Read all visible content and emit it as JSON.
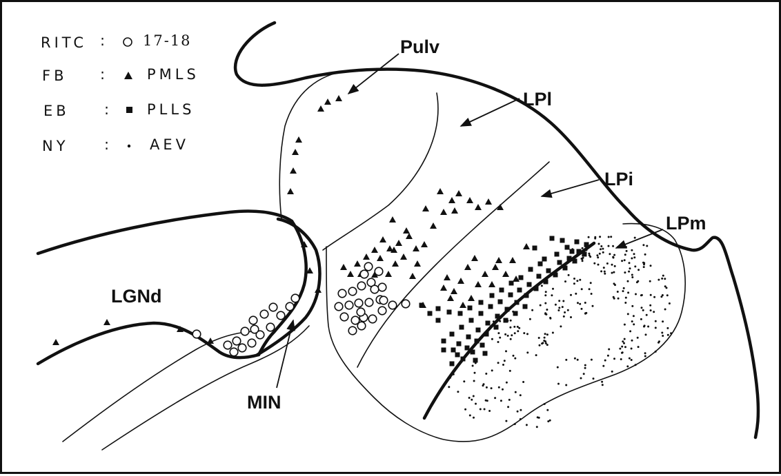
{
  "legend": {
    "rows": [
      {
        "tracer": "RITC",
        "sep": ":",
        "marker": "circle",
        "area": "17-18"
      },
      {
        "tracer": "FB",
        "sep": ":",
        "marker": "triangle",
        "area": "PMLS"
      },
      {
        "tracer": "EB",
        "sep": ":",
        "marker": "square",
        "area": "PLLS"
      },
      {
        "tracer": "NY",
        "sep": ":",
        "marker": "dot",
        "area": "AEV"
      }
    ]
  },
  "labels": {
    "pulv": "Pulv",
    "lpl": "LPl",
    "lpi": "LPi",
    "lpm": "LPm",
    "lgnd": "LGNd",
    "min": "MIN"
  },
  "colors": {
    "ink": "#111111",
    "paper": "#ffffff"
  }
}
